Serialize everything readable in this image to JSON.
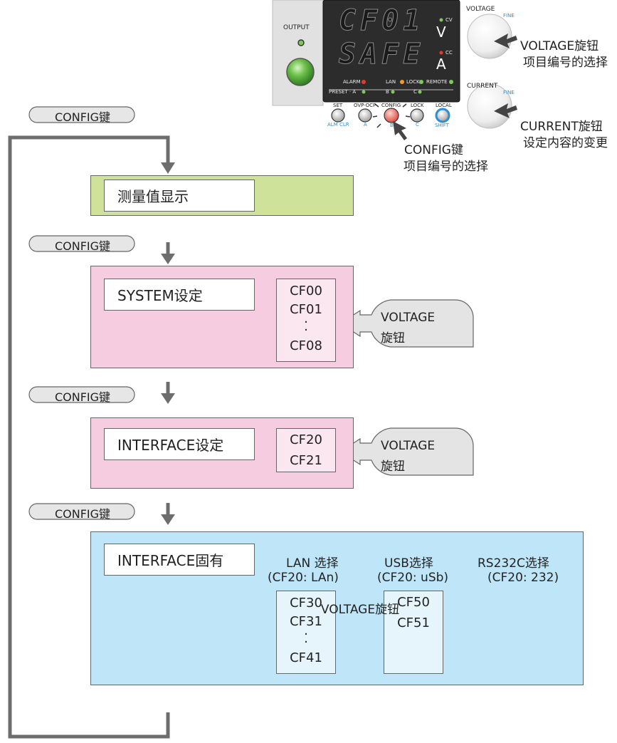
{
  "panel": {
    "output_label": "OUTPUT",
    "display_voltage": "CF01",
    "display_current": "SAFE",
    "unit_v": "V",
    "unit_a": "A",
    "ind_cv": "CV",
    "ind_cc": "CC",
    "ind_alarm": "ALARM",
    "ind_lan": "LAN",
    "ind_lock": "LOCK",
    "ind_remote": "REMOTE",
    "preset_row": "PRESET · A",
    "preset_b": "B",
    "preset_c": "C",
    "btn_set": "SET",
    "btn_set_sub": "ALM CLR",
    "btn_ovp": "OVP·OCP",
    "btn_ovp_sub": "A",
    "btn_config": "CONFIG",
    "btn_config_sub": "B",
    "btn_lock": "LOCK",
    "btn_lock_sub": "C",
    "btn_local": "LOCAL",
    "btn_local_sub": "SHIFT",
    "knob_voltage_label": "VOLTAGE",
    "knob_voltage_fine": "FINE",
    "knob_current_label": "CURRENT",
    "knob_current_fine": "FINE"
  },
  "callouts": {
    "voltage_knob_line1": "VOLTAGE旋钮",
    "voltage_knob_line2": "项目编号的选择",
    "current_knob_line1": "CURRENT旋钮",
    "current_knob_line2": "设定内容的变更",
    "config_key_line1": "CONFIG键",
    "config_key_line2": "项目编号的选择"
  },
  "config_pills": [
    "CONFIG键",
    "CONFIG键",
    "CONFIG键",
    "CONFIG键"
  ],
  "stages": {
    "measure": {
      "title": "测量值显示"
    },
    "system": {
      "title": "SYSTEM设定",
      "items": [
        "CF00",
        "CF01",
        "·",
        "·",
        "CF08"
      ],
      "knob_line1": "VOLTAGE",
      "knob_line2": "旋钮"
    },
    "interface": {
      "title": "INTERFACE设定",
      "items": [
        "CF20",
        "CF21"
      ],
      "knob_line1": "VOLTAGE",
      "knob_line2": "旋钮"
    },
    "interface_specific": {
      "title": "INTERFACE固有",
      "lan_header": "LAN 选择",
      "lan_sub": "(CF20: LAn)",
      "usb_header": "USB选择",
      "usb_sub": "(CF20: uSb)",
      "rs_header": "RS232C选择",
      "rs_sub": "(CF20: 232)",
      "lan_items": [
        "CF30",
        "CF31",
        "·",
        "·",
        "CF41"
      ],
      "usb_items": [
        "CF50",
        "CF51"
      ],
      "knob_label": "VOLTAGE旋钮"
    }
  },
  "colors": {
    "green_stage": "#cfe29a",
    "pink_stage": "#f6cde0",
    "blue_stage": "#bfe6f8",
    "pill_bg": "#e6e6e6",
    "flow_line": "#6d6d6d"
  }
}
